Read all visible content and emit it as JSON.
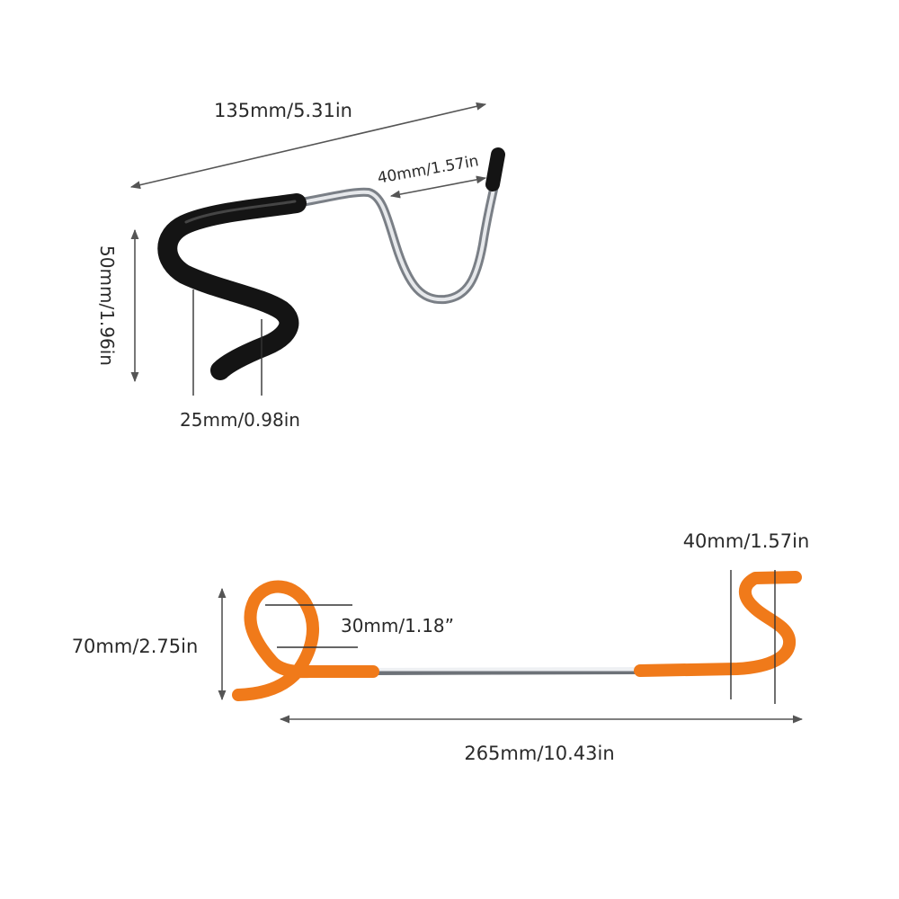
{
  "upper_hook": {
    "length_label": "135mm/5.31in",
    "hook_width_label": "40mm/1.57in",
    "height_label": "50mm/1.96in",
    "coil_width_label": "25mm/0.98in",
    "coating_color": "#1b1b1b",
    "metal_color": "#c9ccd1"
  },
  "lower_hook": {
    "end_width_label": "40mm/1.57in",
    "loop_diameter_label": "30mm/1.18”",
    "height_label": "70mm/2.75in",
    "length_label": "265mm/10.43in",
    "coating_color": "#f07a1a",
    "metal_color": "#c9ccd1"
  }
}
